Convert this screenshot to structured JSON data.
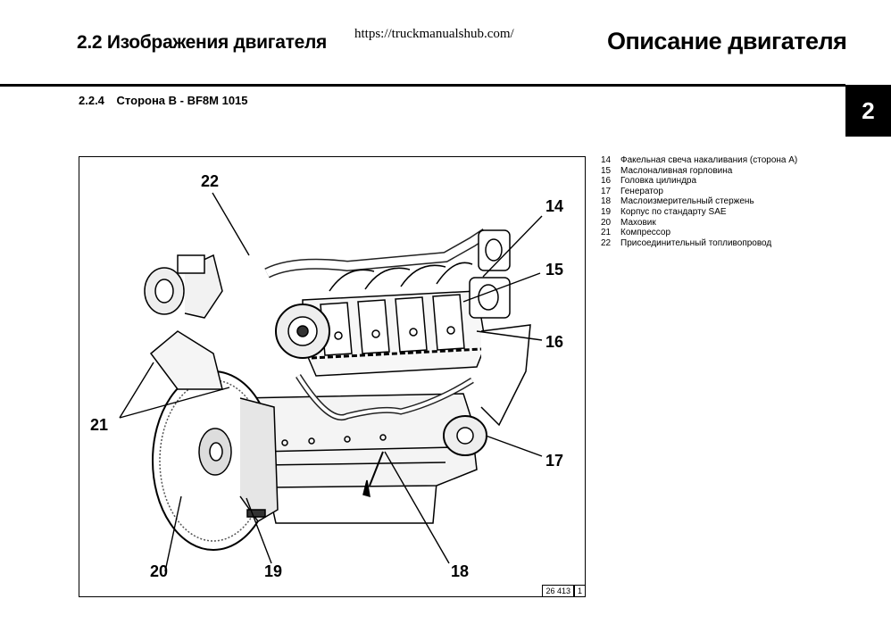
{
  "header": {
    "section_title": "2.2 Изображения двигателя",
    "url": "https://truckmanualshub.com/",
    "chapter_title": "Описание двигателя",
    "tab_number": "2"
  },
  "subsection": {
    "number": "2.2.4",
    "title": "Сторона B - BF8M 1015"
  },
  "figure": {
    "ref_code": "26 413",
    "ref_index": "1",
    "callouts": {
      "c14": "14",
      "c15": "15",
      "c16": "16",
      "c17": "17",
      "c18": "18",
      "c19": "19",
      "c20": "20",
      "c21": "21",
      "c22": "22"
    }
  },
  "legend": [
    {
      "num": "14",
      "text": "Факельная свеча накаливания (сторона A)"
    },
    {
      "num": "15",
      "text": "Маслоналивная горловина"
    },
    {
      "num": "16",
      "text": "Головка цилиндра"
    },
    {
      "num": "17",
      "text": "Генератор"
    },
    {
      "num": "18",
      "text": "Маслоизмерительный стержень"
    },
    {
      "num": "19",
      "text": "Корпус по стандарту SAE"
    },
    {
      "num": "20",
      "text": "Маховик"
    },
    {
      "num": "21",
      "text": "Компрессор"
    },
    {
      "num": "22",
      "text": "Присоединительный топливопровод"
    }
  ]
}
